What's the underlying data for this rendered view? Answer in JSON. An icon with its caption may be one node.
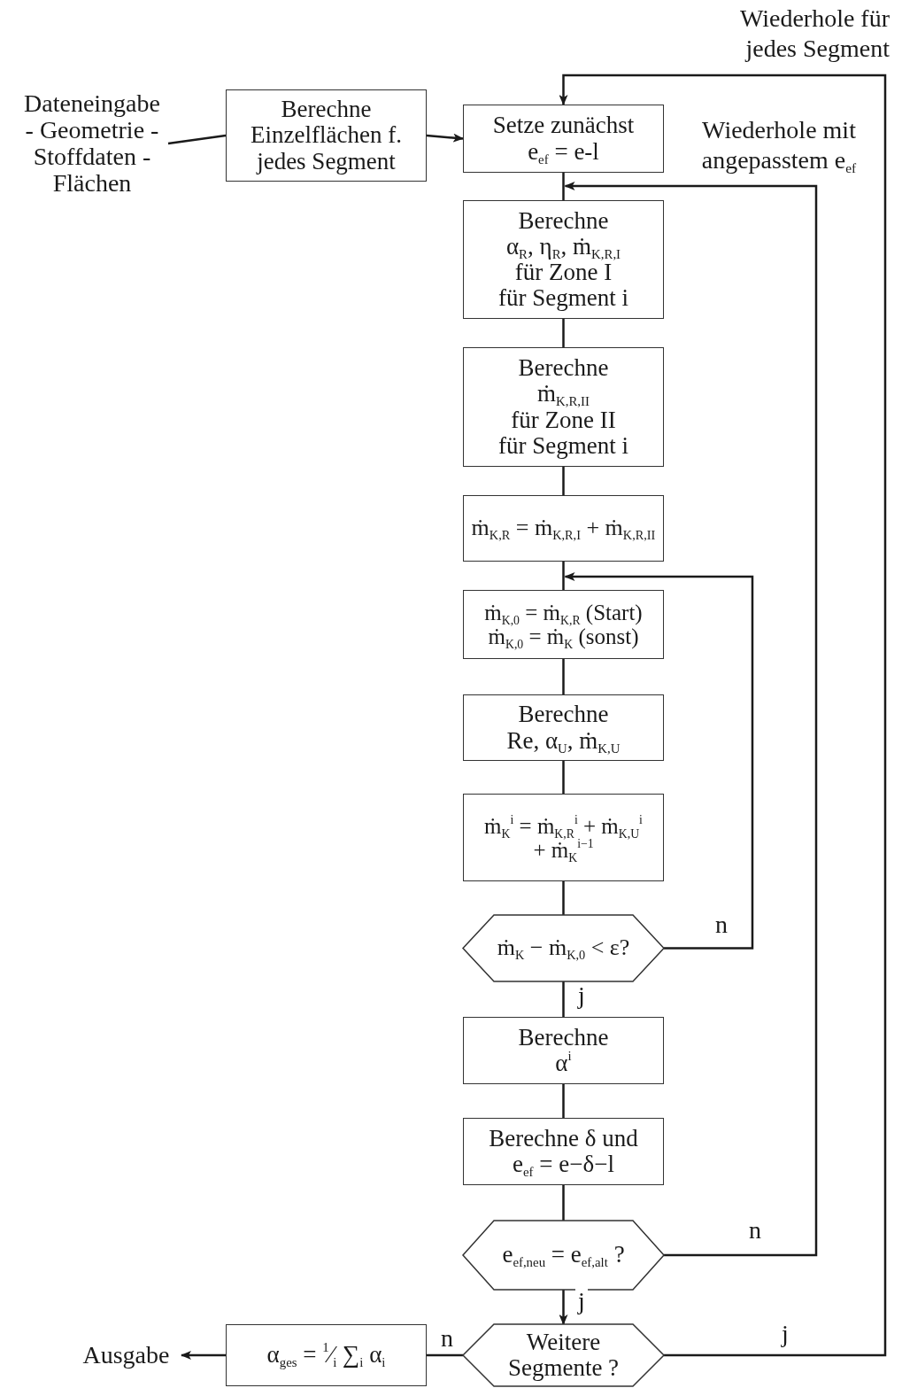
{
  "diagram": {
    "nodes": [
      {
        "text": [
          "Dateneingabe - Geometrie -Stoffdaten - Flächen"
        ]
      },
      {
        "text": [
          "Berechne Einzelflächen f. jedes Segment"
        ]
      },
      {
        "text": [
          "Setze zunächst",
          "e$_{ef}$ = e-l"
        ]
      },
      {
        "text": [
          "Berechne",
          "α$_{R}$, η$_{R}$, ṁ$_{K,R,I}$",
          "für Zone I",
          "für Segment i"
        ]
      },
      {
        "text": [
          "Berechne",
          "ṁ$_{K,R,II}$",
          "für Zone II",
          "für Segment i"
        ]
      },
      {
        "text": [
          "ṁ$_{K,R}$ = ṁ$_{K,R,I}$ + ṁ$_{K,R,II}$"
        ]
      },
      {
        "text": [
          "ṁ$_{K,0}$ = ṁ$_{K,R}$ (Start)",
          "ṁ$_{K,0}$ = ṁ$_{K}$ (sonst)"
        ]
      },
      {
        "text": [
          "Berechne",
          "Re, α$_{U}$, ṁ$_{K,U}$"
        ]
      },
      {
        "text": [
          "ṁ$_{K}$$^{i}$ = ṁ$_{K,R}$$^{i}$ + ṁ$_{K,U}$$^{i}$",
          "+ ṁ$_{K}$$^{i−1}$"
        ]
      },
      {
        "text": [
          "ṁ$_{K}$ − ṁ$_{K,0}$ < ε?"
        ]
      },
      {
        "text": [
          "Berechne",
          "α$^{i}$"
        ]
      },
      {
        "text": [
          "Berechne δ und",
          "e$_{ef}$ = e−δ−l"
        ]
      },
      {
        "text": [
          "e$_{ef,neu}$ = e$_{ef,alt}$ ?"
        ]
      },
      {
        "text": [
          "Weitere Segmente ?"
        ]
      },
      {
        "text": [
          "α$_{ges}$ = $^{1}$⁄$_{i}$ ∑$_{i}$ α$_{i}$"
        ]
      },
      {
        "text": [
          "Ausgabe"
        ]
      }
    ],
    "edges": [
      {
        "from": 0,
        "to": 1,
        "arrow": "none"
      },
      {
        "from": 1,
        "to": 2,
        "arrow": "to"
      },
      {
        "from": 2,
        "to": 3,
        "arrow": "none"
      },
      {
        "from": 3,
        "to": 4,
        "arrow": "none"
      },
      {
        "from": 4,
        "to": 5,
        "arrow": "none"
      },
      {
        "from": 5,
        "to": 6,
        "arrow": "none"
      },
      {
        "from": 6,
        "to": 7,
        "arrow": "none"
      },
      {
        "from": 7,
        "to": 8,
        "arrow": "none"
      },
      {
        "from": 8,
        "to": 9,
        "arrow": "none"
      },
      {
        "from": 9,
        "to": 6,
        "arrow": "to",
        "label": "n"
      },
      {
        "from": 9,
        "to": 10,
        "arrow": "none",
        "label": "j"
      },
      {
        "from": 10,
        "to": 11,
        "arrow": "none"
      },
      {
        "from": 11,
        "to": 12,
        "arrow": "none"
      },
      {
        "from": 12,
        "to": 3,
        "arrow": "to",
        "label": "n"
      },
      {
        "from": 12,
        "to": 13,
        "arrow": "to",
        "label": "j"
      },
      {
        "from": 13,
        "to": 2,
        "arrow": "to",
        "label": "j"
      },
      {
        "from": 13,
        "to": 14,
        "arrow": "none",
        "label": "n"
      },
      {
        "from": 14,
        "to": 15,
        "arrow": "to"
      }
    ],
    "labels": [
      "Wiederhole für jedes Segment",
      "Wiederhole mit angepasstem e$_{ef}$"
    ]
  }
}
